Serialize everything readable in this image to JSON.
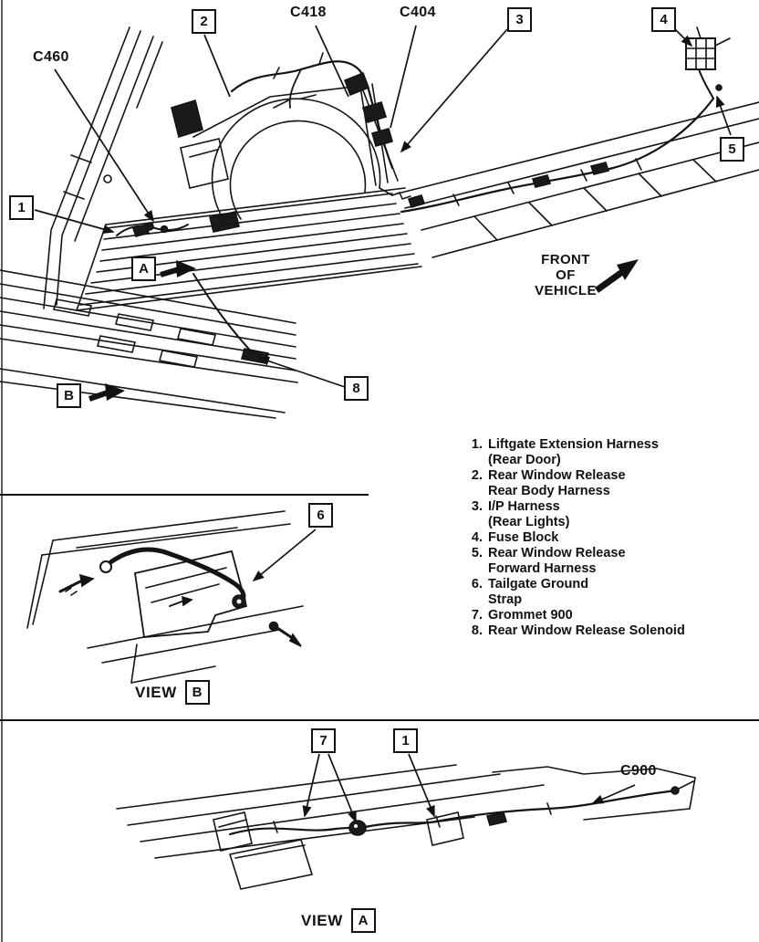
{
  "main_view": {
    "connectors": {
      "c460": "C460",
      "c418": "C418",
      "c404": "C404"
    },
    "callouts": {
      "n1": "1",
      "n2": "2",
      "n3": "3",
      "n4": "4",
      "n5": "5",
      "n8": "8"
    },
    "section_markers": {
      "a": "A",
      "b": "B"
    },
    "front_of_vehicle": {
      "line1": "FRONT",
      "line2": "OF",
      "line3": "VEHICLE"
    }
  },
  "legend": {
    "items": [
      {
        "num": "1.",
        "lines": [
          "Liftgate Extension Harness",
          "(Rear Door)"
        ]
      },
      {
        "num": "2.",
        "lines": [
          "Rear Window Release",
          "Rear Body Harness"
        ]
      },
      {
        "num": "3.",
        "lines": [
          "I/P Harness",
          "(Rear Lights)"
        ]
      },
      {
        "num": "4.",
        "lines": [
          "Fuse Block"
        ]
      },
      {
        "num": "5.",
        "lines": [
          "Rear Window Release",
          "Forward Harness"
        ]
      },
      {
        "num": "6.",
        "lines": [
          "Tailgate Ground",
          "Strap"
        ]
      },
      {
        "num": "7.",
        "lines": [
          "Grommet 900"
        ]
      },
      {
        "num": "8.",
        "lines": [
          "Rear Window Release Solenoid"
        ]
      }
    ]
  },
  "view_b": {
    "callouts": {
      "n6": "6"
    },
    "caption": {
      "word": "VIEW",
      "letter": "B"
    }
  },
  "view_a": {
    "callouts": {
      "n7": "7",
      "n1": "1"
    },
    "connectors": {
      "c900": "C900"
    },
    "caption": {
      "word": "VIEW",
      "letter": "A"
    }
  }
}
